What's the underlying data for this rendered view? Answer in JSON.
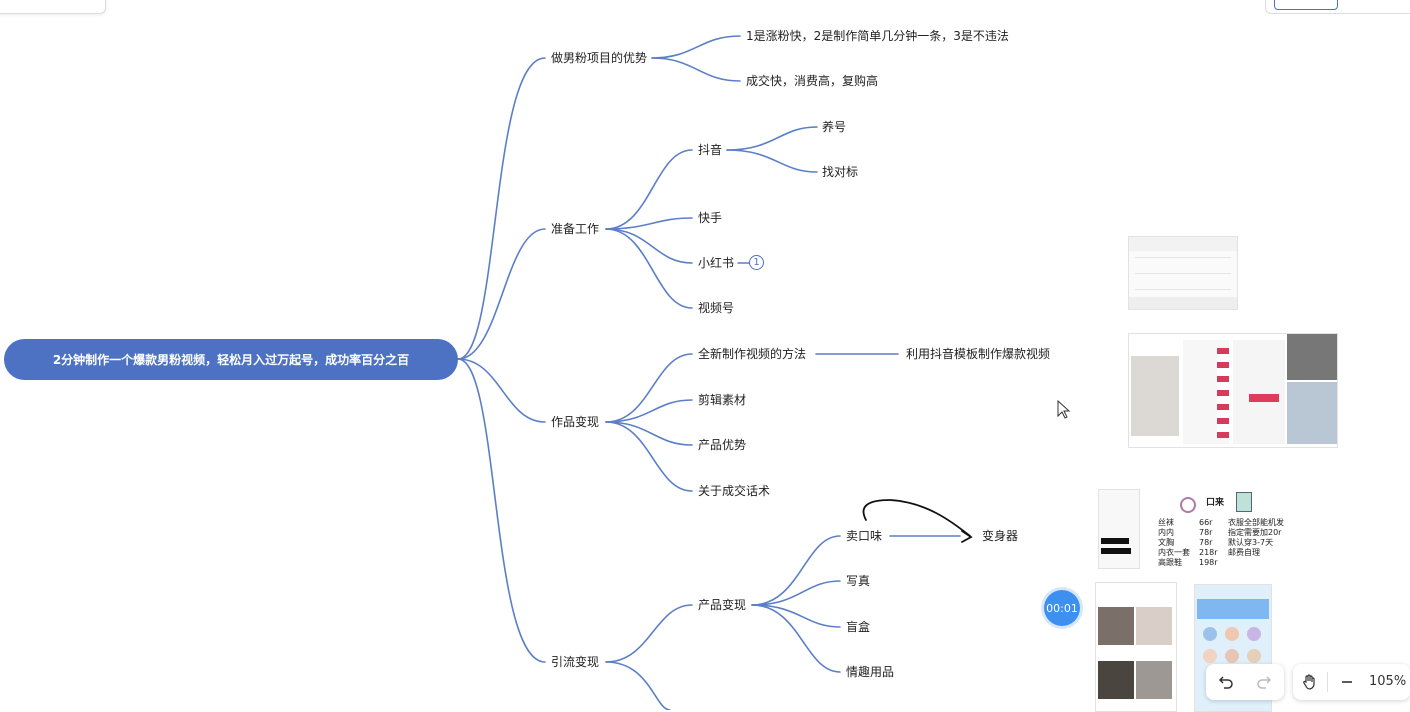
{
  "root": {
    "label": "2分钟制作一个爆款男粉视频，轻松月入过万起号，成功率百分之百"
  },
  "branches": {
    "advantages": {
      "label": "做男粉项目的优势",
      "children": [
        "1是涨粉快，2是制作简单几分钟一条，3是不违法",
        "成交快，消费高，复购高"
      ]
    },
    "prep": {
      "label": "准备工作",
      "douyin": {
        "label": "抖音",
        "children": [
          "养号",
          "找对标"
        ]
      },
      "kuaishou": "快手",
      "xiaohongshu": "小红书",
      "xiaohongshu_badge": "1",
      "shipinhao": "视频号"
    },
    "works": {
      "label": "作品变现",
      "method": {
        "label": "全新制作视频的方法",
        "child": "利用抖音模板制作爆款视频"
      },
      "edit": "剪辑素材",
      "advantage": "产品优势",
      "talk": "关于成交话术"
    },
    "traffic": {
      "label": "引流变现",
      "product": {
        "label": "产品变现",
        "flavor": {
          "label": "卖口味",
          "child": "变身器"
        },
        "photo": "写真",
        "blindbox": "盲盒",
        "adult": "情趣用品"
      }
    }
  },
  "price_list": {
    "title": "口来",
    "left": [
      "丝袜",
      "内内",
      "文胸",
      "内衣一套",
      "高跟鞋"
    ],
    "prices": [
      "66r",
      "78r",
      "78r",
      "218r",
      "198r"
    ],
    "notes": [
      "衣服全部能机发",
      "指定需要加20r",
      "默认穿3-7天",
      "邮费自理"
    ]
  },
  "timer": "00:01",
  "zoom": "105%",
  "colors": {
    "accent": "#4d72c4",
    "line": "#4d72c4",
    "timer": "#3d8ff0"
  }
}
